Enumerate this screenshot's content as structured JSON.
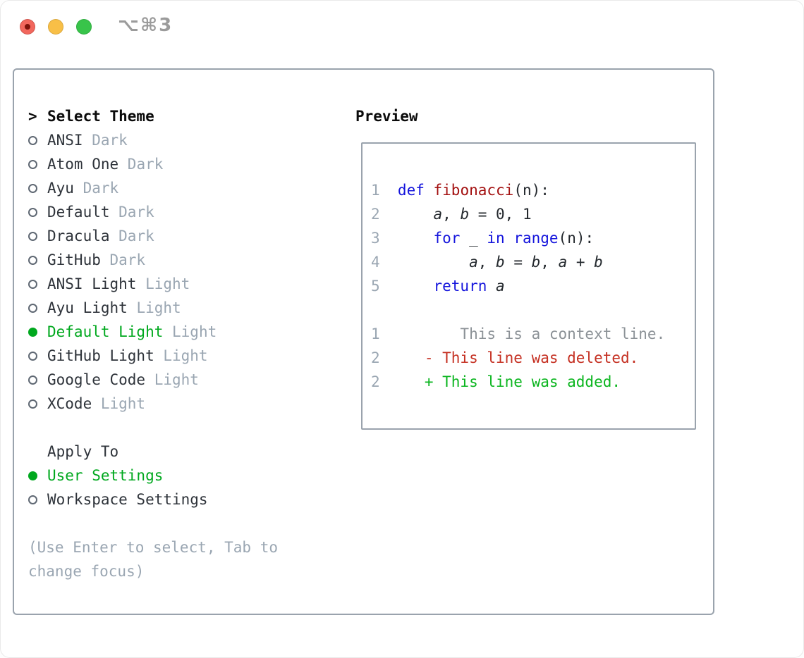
{
  "window": {
    "title": "⌥⌘3",
    "traffic_lights": [
      "close-icon",
      "minimize-icon",
      "zoom-icon"
    ]
  },
  "theme_picker": {
    "header_marker": ">",
    "header_label": "Select Theme",
    "themes": [
      {
        "name": "ANSI",
        "variant": "Dark",
        "selected": false
      },
      {
        "name": "Atom One",
        "variant": "Dark",
        "selected": false
      },
      {
        "name": "Ayu",
        "variant": "Dark",
        "selected": false
      },
      {
        "name": "Default",
        "variant": "Dark",
        "selected": false
      },
      {
        "name": "Dracula",
        "variant": "Dark",
        "selected": false
      },
      {
        "name": "GitHub",
        "variant": "Dark",
        "selected": false
      },
      {
        "name": "ANSI Light",
        "variant": "Light",
        "selected": false
      },
      {
        "name": "Ayu Light",
        "variant": "Light",
        "selected": false
      },
      {
        "name": "Default Light",
        "variant": "Light",
        "selected": true
      },
      {
        "name": "GitHub Light",
        "variant": "Light",
        "selected": false
      },
      {
        "name": "Google Code",
        "variant": "Light",
        "selected": false
      },
      {
        "name": "XCode",
        "variant": "Light",
        "selected": false
      }
    ],
    "apply_to": {
      "label": "Apply To",
      "options": [
        {
          "name": "User Settings",
          "selected": true
        },
        {
          "name": "Workspace Settings",
          "selected": false
        }
      ]
    },
    "hint": "(Use Enter to select, Tab to change focus)"
  },
  "preview": {
    "title": "Preview",
    "lines": [
      {
        "num": "1",
        "segments": [
          {
            "t": "def",
            "c": "keyword"
          },
          {
            "t": " "
          },
          {
            "t": "fibonacci",
            "c": "function"
          },
          {
            "t": "(n):"
          }
        ]
      },
      {
        "num": "2",
        "segments": [
          {
            "t": "    "
          },
          {
            "t": "a",
            "c": "var"
          },
          {
            "t": ", "
          },
          {
            "t": "b",
            "c": "var"
          },
          {
            "t": " = 0, 1"
          }
        ]
      },
      {
        "num": "3",
        "segments": [
          {
            "t": "    "
          },
          {
            "t": "for",
            "c": "keyword"
          },
          {
            "t": " _ "
          },
          {
            "t": "in",
            "c": "keyword"
          },
          {
            "t": " "
          },
          {
            "t": "range",
            "c": "keyword"
          },
          {
            "t": "(n):"
          }
        ]
      },
      {
        "num": "4",
        "segments": [
          {
            "t": "        "
          },
          {
            "t": "a",
            "c": "var"
          },
          {
            "t": ", "
          },
          {
            "t": "b",
            "c": "var"
          },
          {
            "t": " = "
          },
          {
            "t": "b",
            "c": "var"
          },
          {
            "t": ", "
          },
          {
            "t": "a",
            "c": "var"
          },
          {
            "t": " + "
          },
          {
            "t": "b",
            "c": "var"
          }
        ]
      },
      {
        "num": "5",
        "segments": [
          {
            "t": "    "
          },
          {
            "t": "return",
            "c": "keyword"
          },
          {
            "t": " "
          },
          {
            "t": "a",
            "c": "var"
          }
        ]
      },
      {
        "num": "",
        "segments": []
      },
      {
        "num": "1",
        "segments": [
          {
            "t": "       This is a context line.",
            "c": "context"
          }
        ]
      },
      {
        "num": "2",
        "segments": [
          {
            "t": "   - This line was deleted.",
            "c": "deleted"
          }
        ]
      },
      {
        "num": "2",
        "segments": [
          {
            "t": "   + This line was added.",
            "c": "added"
          }
        ]
      }
    ]
  },
  "colors": {
    "accent_green": "#00a81e",
    "muted_gray": "#9aa6b2",
    "border_gray": "#9aa3ad",
    "keyword_blue": "#1414dc",
    "function_red": "#a31010",
    "diff_deleted_red": "#c53022",
    "diff_added_green": "#0ab51e",
    "diff_context_gray": "#8c9297",
    "traffic_red": "#f2675d",
    "traffic_yellow": "#f8bf47",
    "traffic_green": "#38c44a"
  }
}
